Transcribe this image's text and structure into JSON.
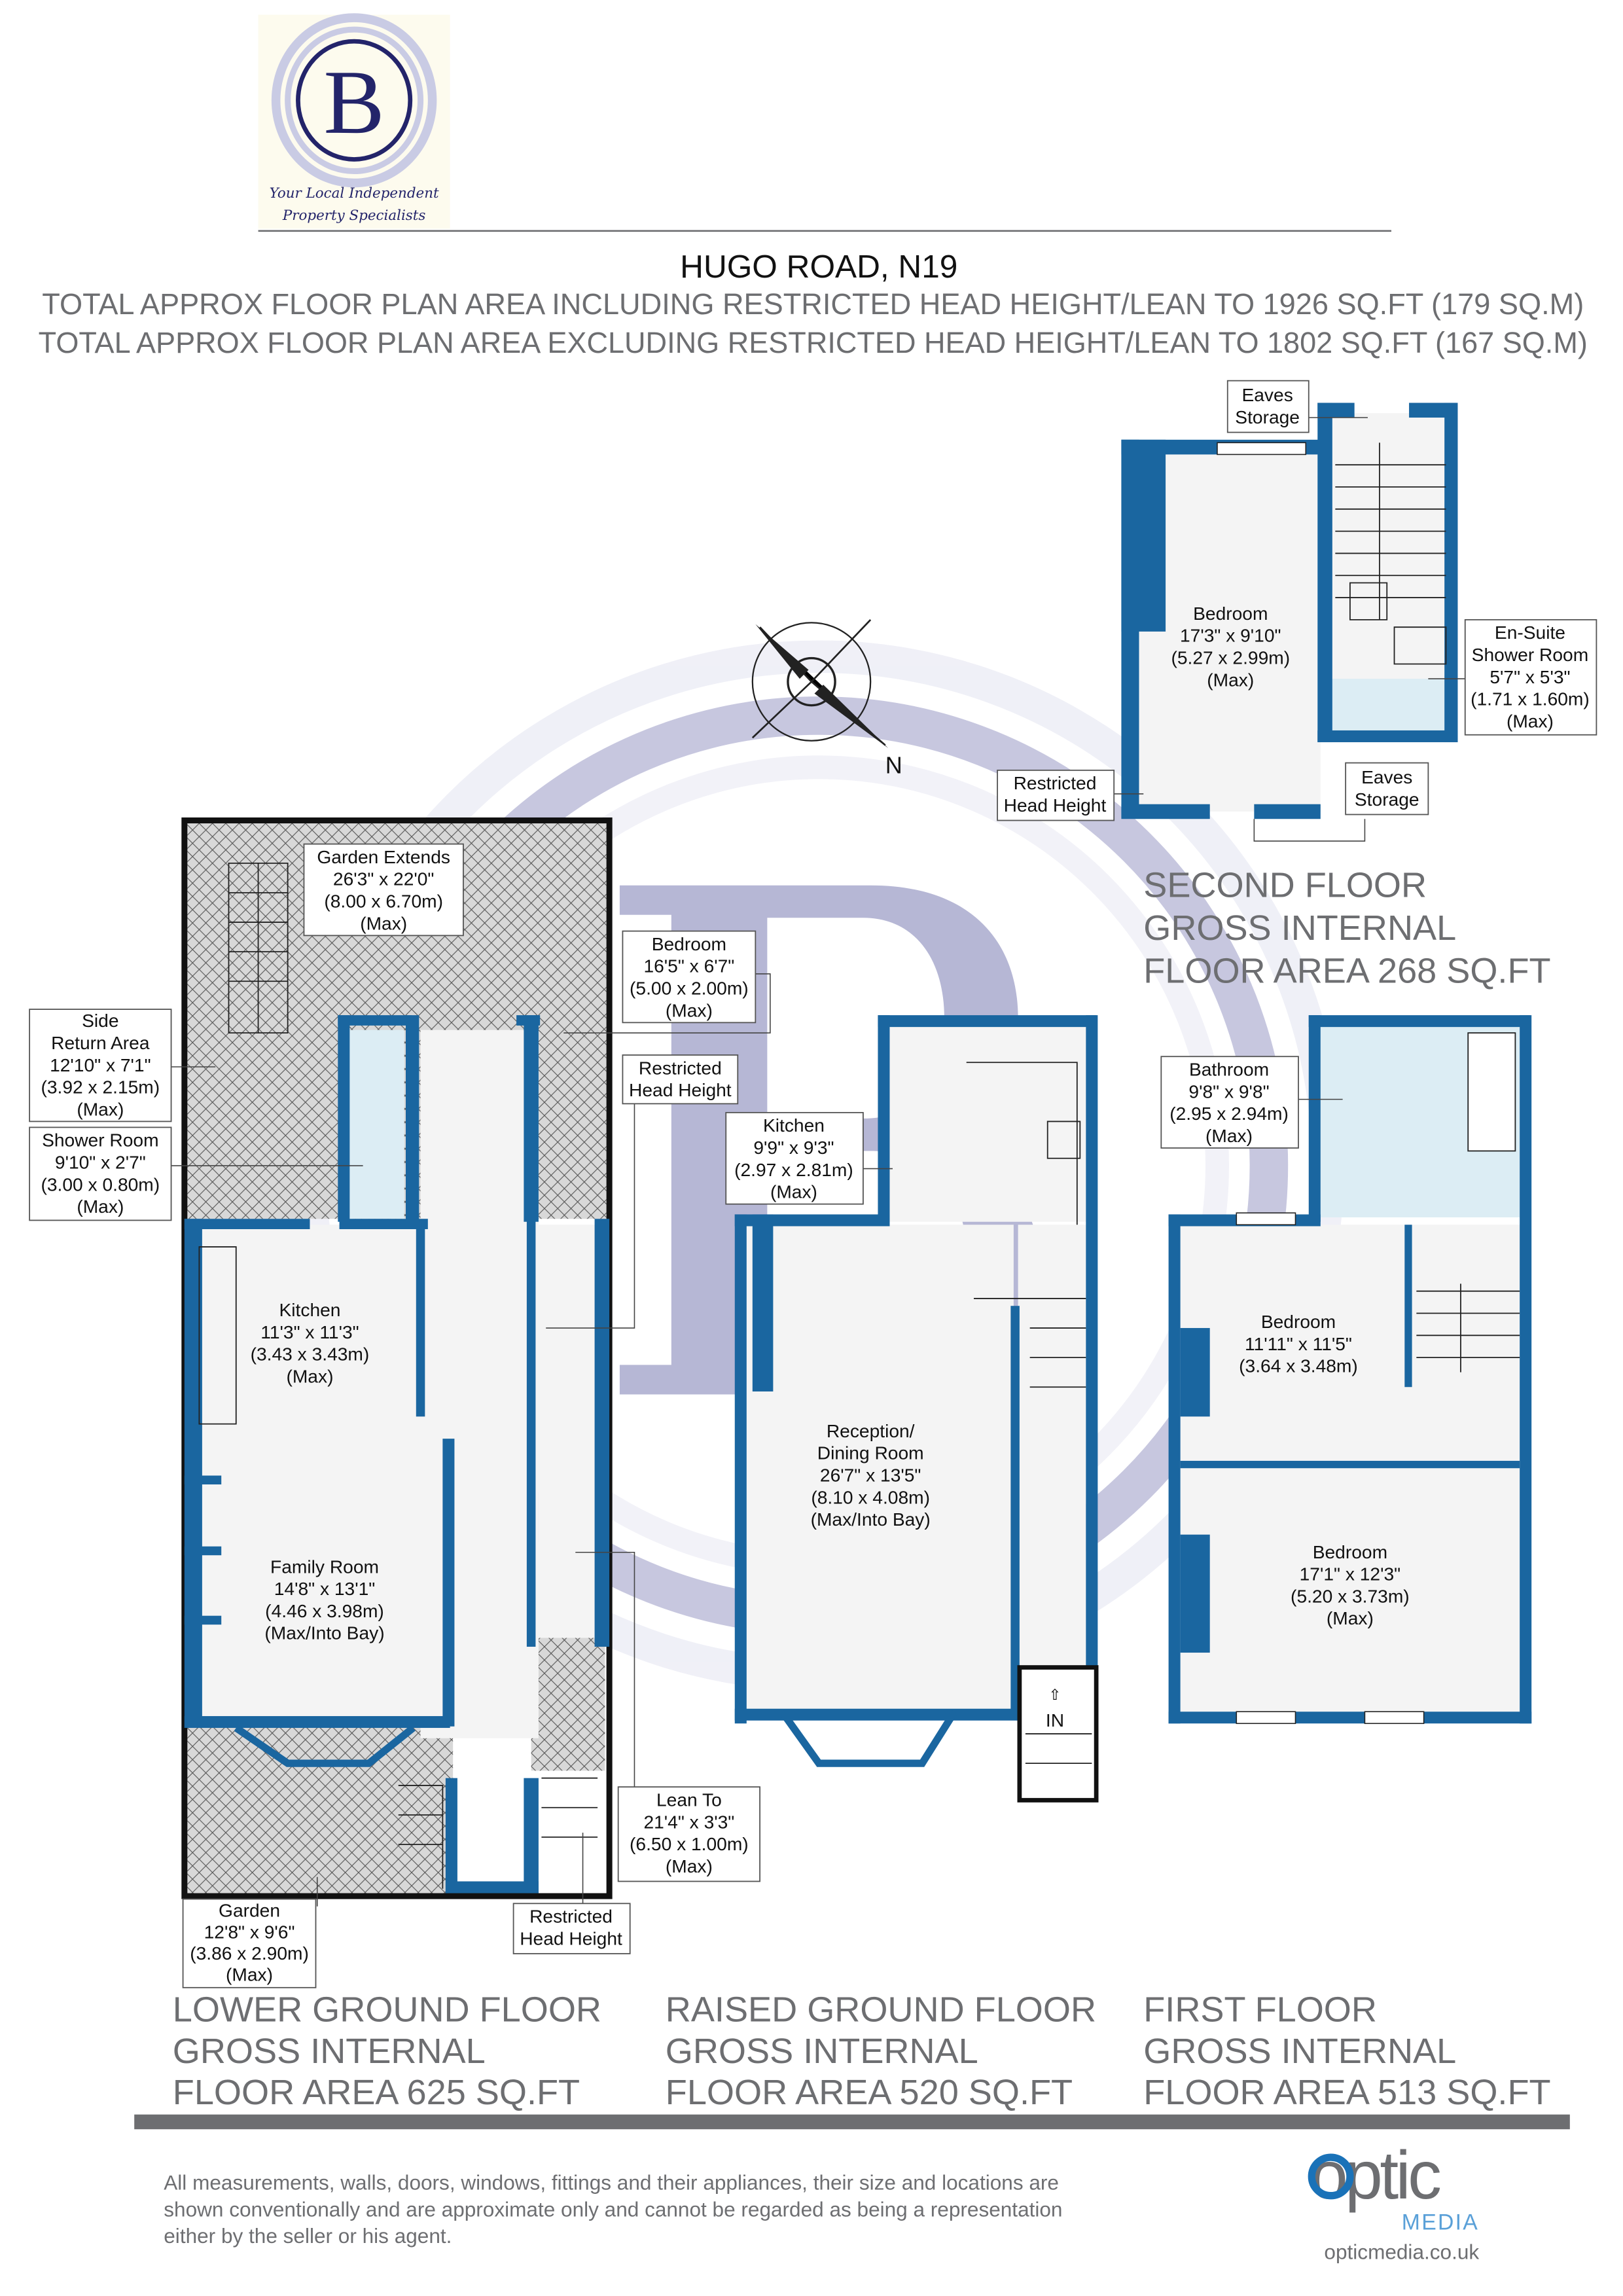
{
  "logo": {
    "letter": "B",
    "tagline": [
      "Your Local Independent",
      "Property Specialists"
    ],
    "colors": {
      "navy": "#23246a",
      "lavender": "#c9cbe4",
      "cream": "#fdfbee"
    }
  },
  "header": {
    "title": "HUGO ROAD, N19",
    "area_including": "TOTAL APPROX FLOOR PLAN AREA INCLUDING RESTRICTED HEAD HEIGHT/LEAN TO 1926 SQ.FT (179 SQ.M)",
    "area_excluding": "TOTAL APPROX FLOOR PLAN AREA EXCLUDING RESTRICTED HEAD HEIGHT/LEAN TO 1802 SQ.FT (167 SQ.M)"
  },
  "compass": {
    "label": "N",
    "icon": "compass-rose-icon"
  },
  "colors": {
    "wall": "#1a66a0",
    "wet_room": "#dcedf4",
    "heading_gray": "#6d6e71",
    "outdoor_hatch": "#cfcfcf"
  },
  "second_floor": {
    "caption": [
      "SECOND FLOOR",
      "GROSS INTERNAL",
      "FLOOR AREA 268 SQ.FT"
    ],
    "rooms": {
      "eaves_top": [
        "Eaves",
        "Storage"
      ],
      "bedroom": [
        "Bedroom",
        "17'3\" x 9'10\"",
        "(5.27 x 2.99m)",
        "(Max)"
      ],
      "ensuite": [
        "En-Suite",
        "Shower Room",
        "5'7\" x 5'3\"",
        "(1.71 x 1.60m)",
        "(Max)"
      ],
      "eaves_bottom": [
        "Eaves",
        "Storage"
      ],
      "restricted": [
        "Restricted",
        "Head Height"
      ]
    }
  },
  "lower_ground_floor": {
    "caption": [
      "LOWER GROUND FLOOR",
      "GROSS INTERNAL",
      "FLOOR AREA 625 SQ.FT"
    ],
    "rooms": {
      "garden_extends": [
        "Garden Extends",
        "26'3\" x 22'0\"",
        "(8.00 x 6.70m)",
        "(Max)"
      ],
      "bedroom": [
        "Bedroom",
        "16'5\" x 6'7\"",
        "(5.00 x 2.00m)",
        "(Max)"
      ],
      "restricted_top": [
        "Restricted",
        "Head Height"
      ],
      "side_return": [
        "Side",
        "Return Area",
        "12'10\" x 7'1\"",
        "(3.92 x 2.15m)",
        "(Max)"
      ],
      "shower_room": [
        "Shower Room",
        "9'10\" x 2'7\"",
        "(3.00 x 0.80m)",
        "(Max)"
      ],
      "kitchen": [
        "Kitchen",
        "11'3\" x 11'3\"",
        "(3.43 x 3.43m)",
        "(Max)"
      ],
      "family_room": [
        "Family Room",
        "14'8\" x 13'1\"",
        "(4.46 x 3.98m)",
        "(Max/Into Bay)"
      ],
      "lean_to": [
        "Lean To",
        "21'4\" x 3'3\"",
        "(6.50 x 1.00m)",
        "(Max)"
      ],
      "garden": [
        "Garden",
        "12'8\" x 9'6\"",
        "(3.86 x 2.90m)",
        "(Max)"
      ],
      "restricted_bottom": [
        "Restricted",
        "Head Height"
      ]
    }
  },
  "raised_ground_floor": {
    "caption": [
      "RAISED GROUND FLOOR",
      "GROSS INTERNAL",
      "FLOOR AREA 520 SQ.FT"
    ],
    "rooms": {
      "kitchen": [
        "Kitchen",
        "9'9\" x 9'3\"",
        "(2.97 x 2.81m)",
        "(Max)"
      ],
      "reception": [
        "Reception/",
        "Dining Room",
        "26'7\" x 13'5\"",
        "(8.10 x 4.08m)",
        "(Max/Into Bay)"
      ],
      "entrance": "IN"
    }
  },
  "first_floor": {
    "caption": [
      "FIRST FLOOR",
      "GROSS INTERNAL",
      "FLOOR AREA 513 SQ.FT"
    ],
    "rooms": {
      "bathroom": [
        "Bathroom",
        "9'8\" x 9'8\"",
        "(2.95 x 2.94m)",
        "(Max)"
      ],
      "bedroom_1": [
        "Bedroom",
        "11'11\" x 11'5\"",
        "(3.64 x 3.48m)"
      ],
      "bedroom_2": [
        "Bedroom",
        "17'1\" x 12'3\"",
        "(5.20 x 3.73m)",
        "(Max)"
      ]
    }
  },
  "footer": {
    "disclaimer": [
      "All measurements, walls, doors, windows, fittings and their appliances, their size and locations are",
      "shown conventionally and are approximate only and cannot be regarded as being a representation",
      "either by the seller or his agent."
    ],
    "brand": {
      "word": "optic",
      "sub": "MEDIA",
      "url": "opticmedia.co.uk",
      "colors": {
        "blue": "#1a72b8",
        "gray": "#6d6e71"
      }
    }
  }
}
